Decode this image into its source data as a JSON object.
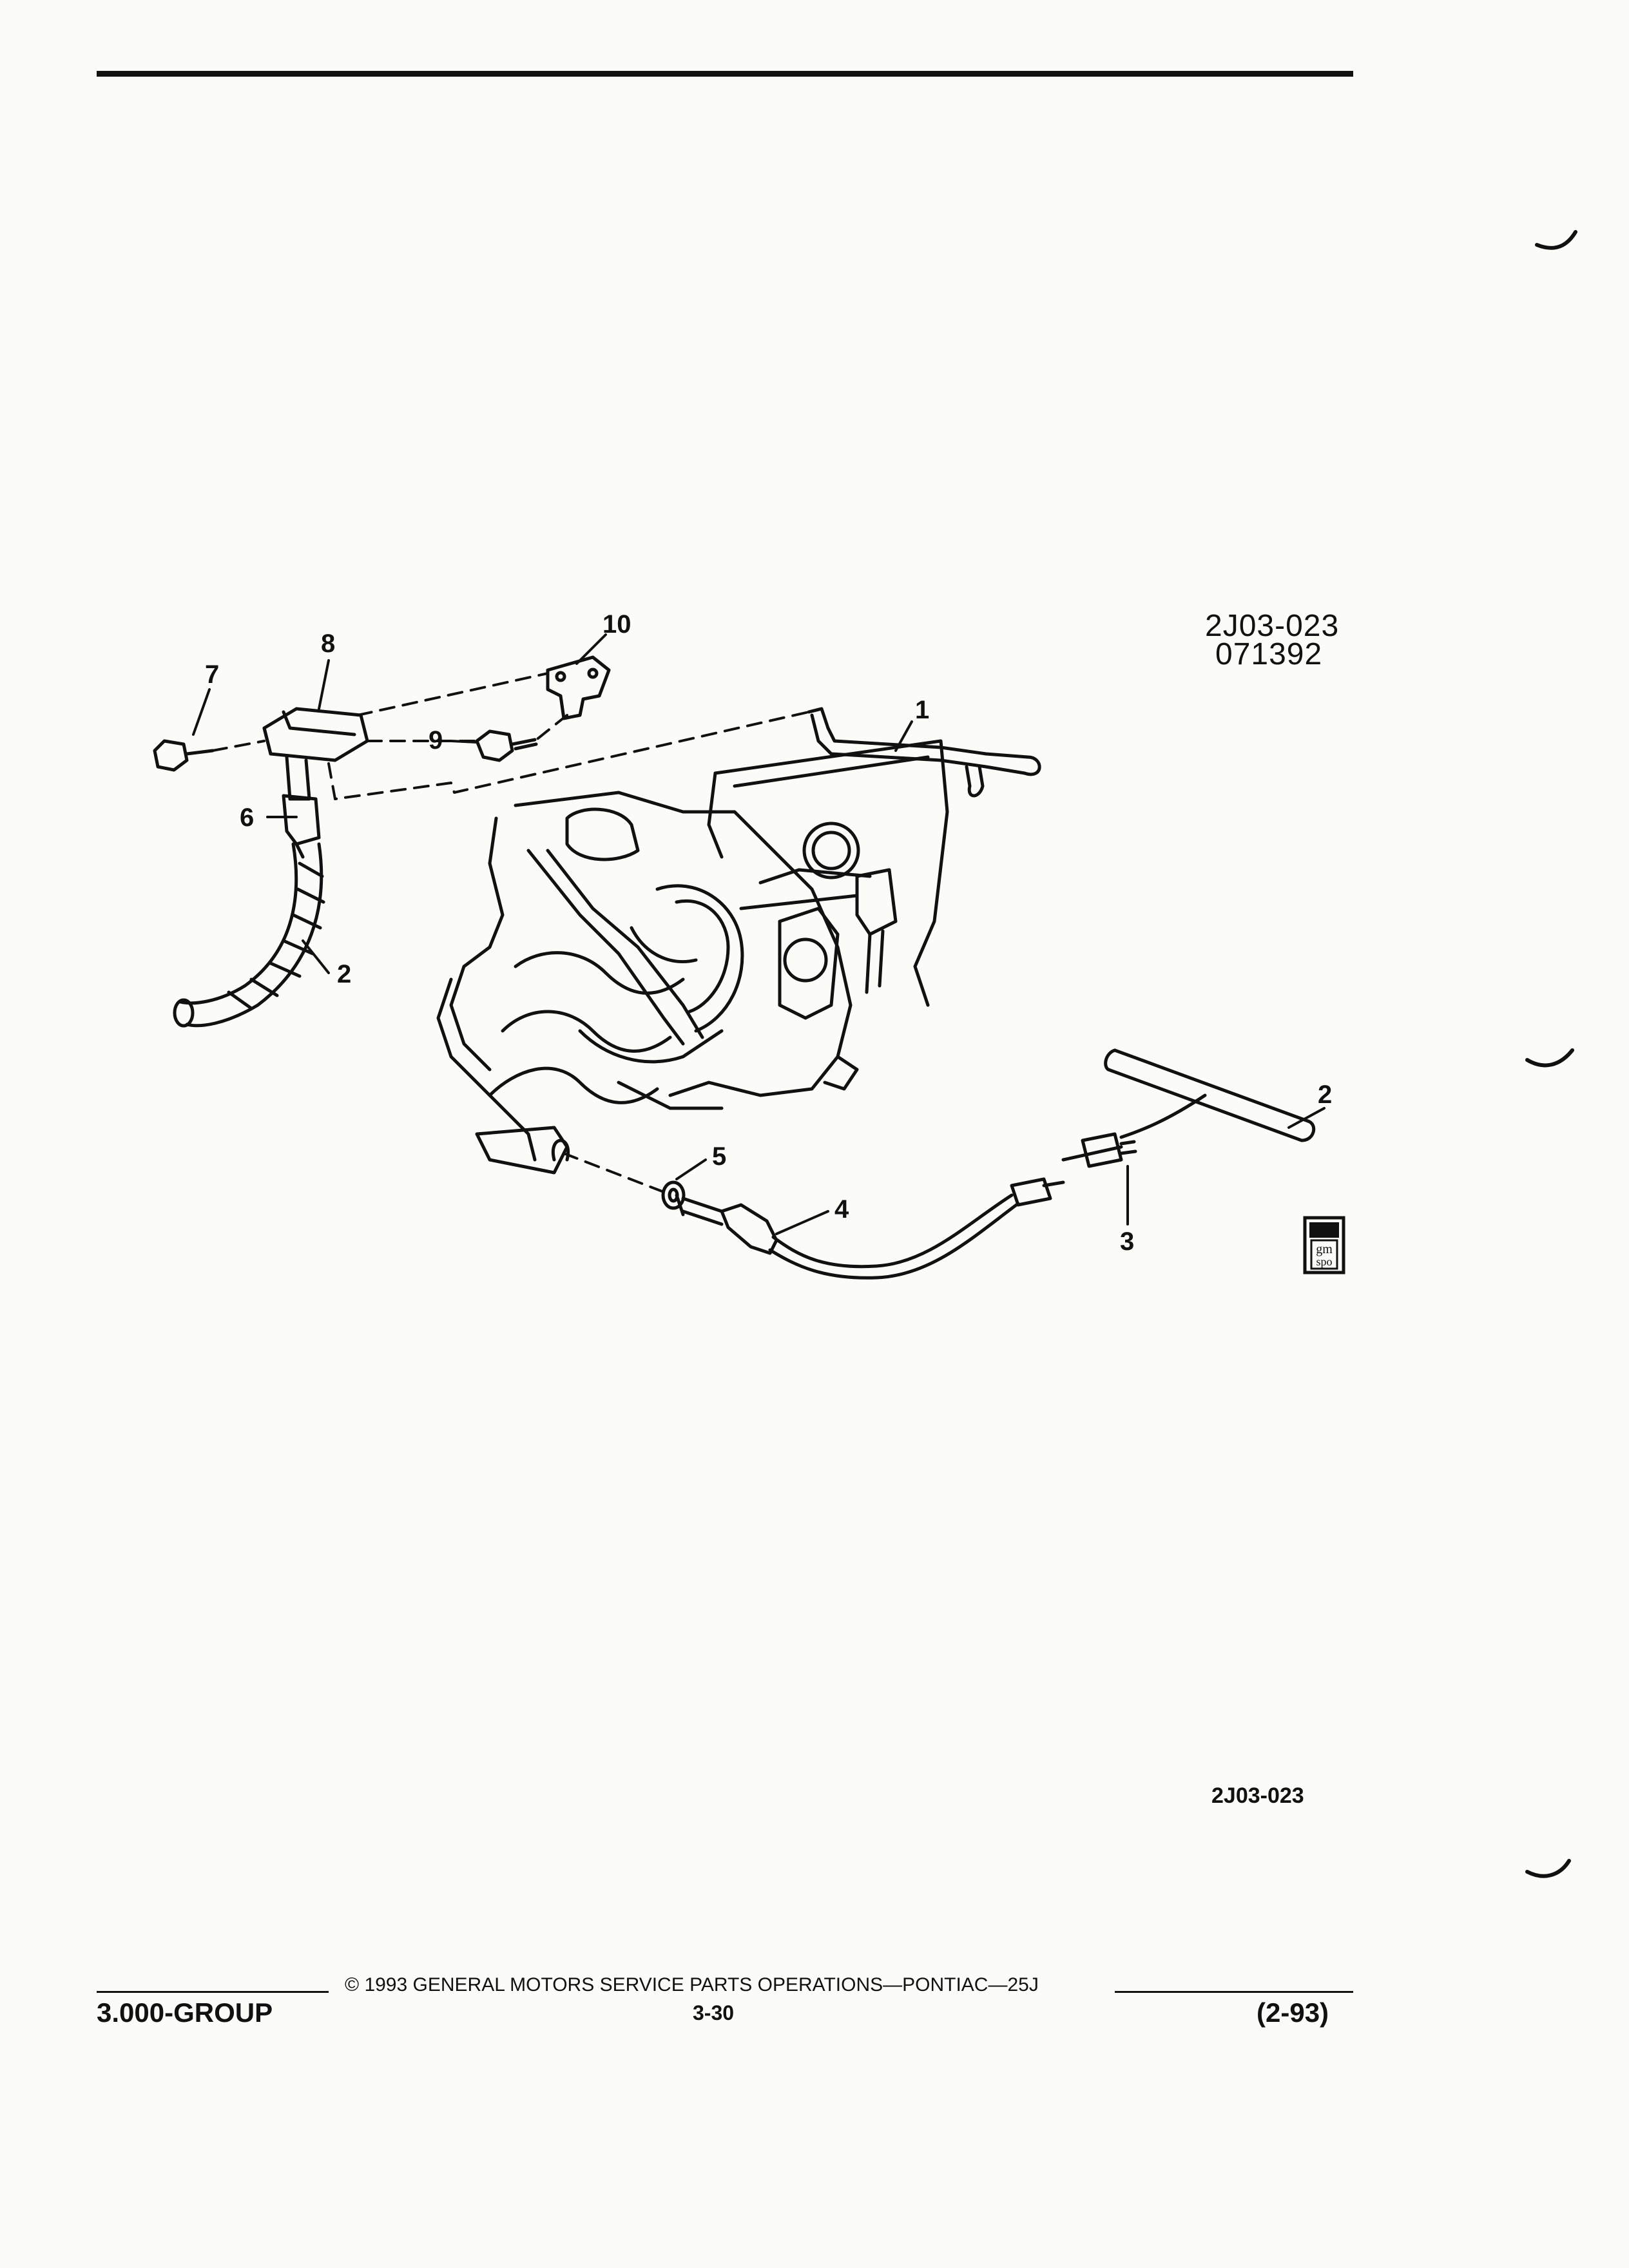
{
  "illustration": {
    "id_line1": "2J03-023",
    "id_line2": "071392",
    "reference": "2J03-023",
    "logo_text_top": "gm",
    "logo_text_bottom": "spo"
  },
  "callouts": [
    "1",
    "2",
    "3",
    "4",
    "5",
    "6",
    "7",
    "8",
    "9",
    "10",
    "2"
  ],
  "footer": {
    "copyright": "© 1993 GENERAL MOTORS SERVICE PARTS OPERATIONS—PONTIAC—25J",
    "group": "3.000-GROUP",
    "page": "3-30",
    "date": "(2-93)"
  }
}
